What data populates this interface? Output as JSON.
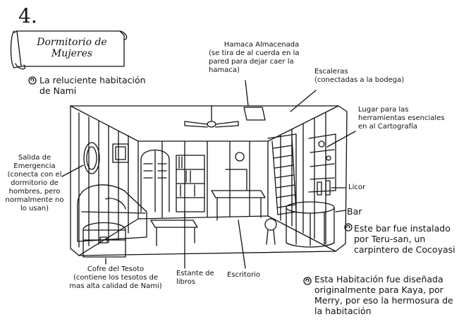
{
  "page_number": "4.",
  "title": {
    "line1": "Dormitorio de",
    "line2": "Mujeres"
  },
  "notes": {
    "nami_room": {
      "line1": "La reluciente habitación",
      "line2": "de Nami"
    },
    "bar_note": {
      "line1": "Este bar fue instalado",
      "line2": "por Teru-san, un",
      "line3": "carpintero de Cocoyasi"
    },
    "kaya_note": {
      "line1": "Esta Habitación fue diseñada",
      "line2": "originalmente para Kaya, por",
      "line3": "Merry, por eso la hermosura de",
      "line4": "la habitación"
    }
  },
  "labels": {
    "hammock": {
      "line1": "Hamaca Almacenada",
      "line2": "(se tira de al cuerda en la",
      "line3": "pared para dejar caer la",
      "line4": "hamaca)"
    },
    "stairs": {
      "line1": "Escaleras",
      "line2": "(conectadas a la bodega)"
    },
    "cartography": {
      "line1": "Lugar para las",
      "line2": "herramientas esenciales",
      "line3": "en al Cartografía"
    },
    "emergency_exit": {
      "line1": "Salida de",
      "line2": "Emergencia",
      "line3": "(conecta con el",
      "line4": "dormitorio de",
      "line5": "hombres, pero",
      "line6": "normalmente no",
      "line7": "lo usan)"
    },
    "liquor": "Licor",
    "bar": "Bar",
    "chest": {
      "line1": "Cofre del Tesoto",
      "line2": "(contiene los tesotos de",
      "line3": "mas alta calidad de Nami)"
    },
    "bookshelf": {
      "line1": "Estante de",
      "line2": "libros"
    },
    "desk": "Escritorio"
  },
  "colors": {
    "ink": "#111111",
    "paper": "#ffffff"
  }
}
